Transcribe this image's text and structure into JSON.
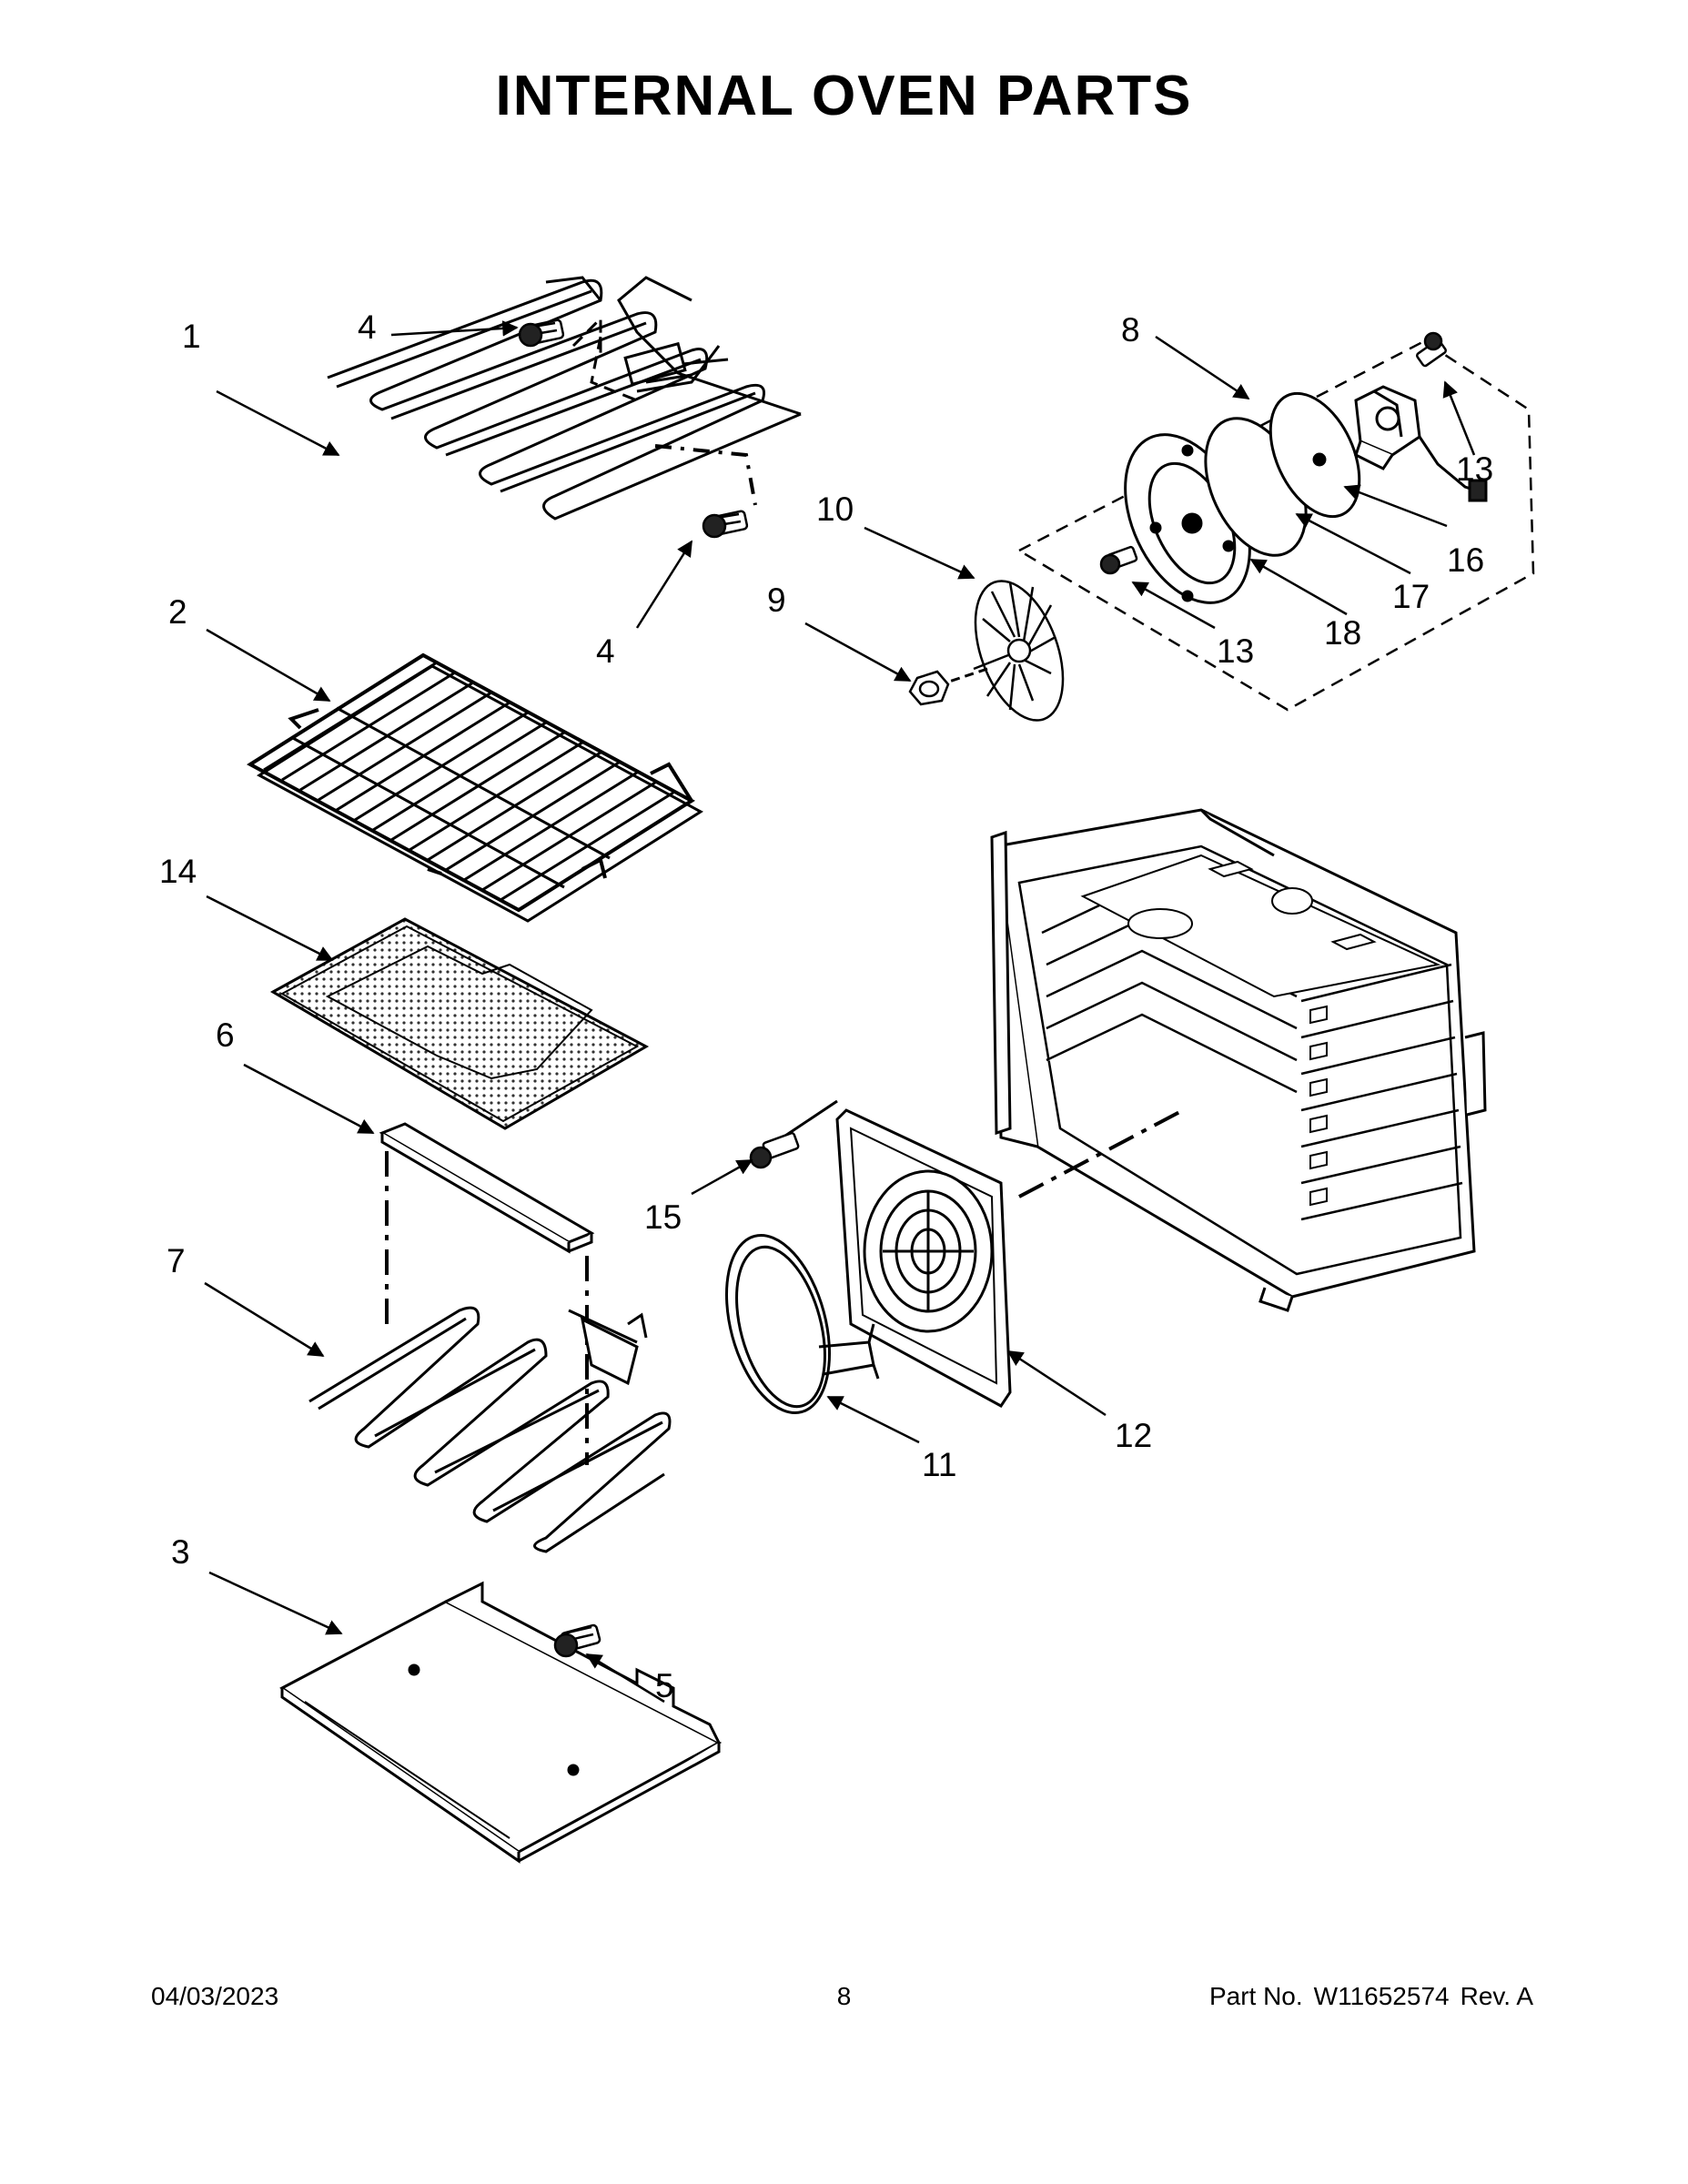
{
  "title": "INTERNAL OVEN PARTS",
  "callouts": {
    "c1": "1",
    "c2": "2",
    "c3": "3",
    "c4a": "4",
    "c4b": "4",
    "c5": "5",
    "c6": "6",
    "c7": "7",
    "c8": "8",
    "c9": "9",
    "c10": "10",
    "c11": "11",
    "c12": "12",
    "c13a": "13",
    "c13b": "13",
    "c14": "14",
    "c15": "15",
    "c16": "16",
    "c17": "17",
    "c18": "18"
  },
  "footer": {
    "date": "04/03/2023",
    "page": "8",
    "part_label": "Part No.",
    "part_number": "W11652574",
    "rev": "Rev. A"
  }
}
